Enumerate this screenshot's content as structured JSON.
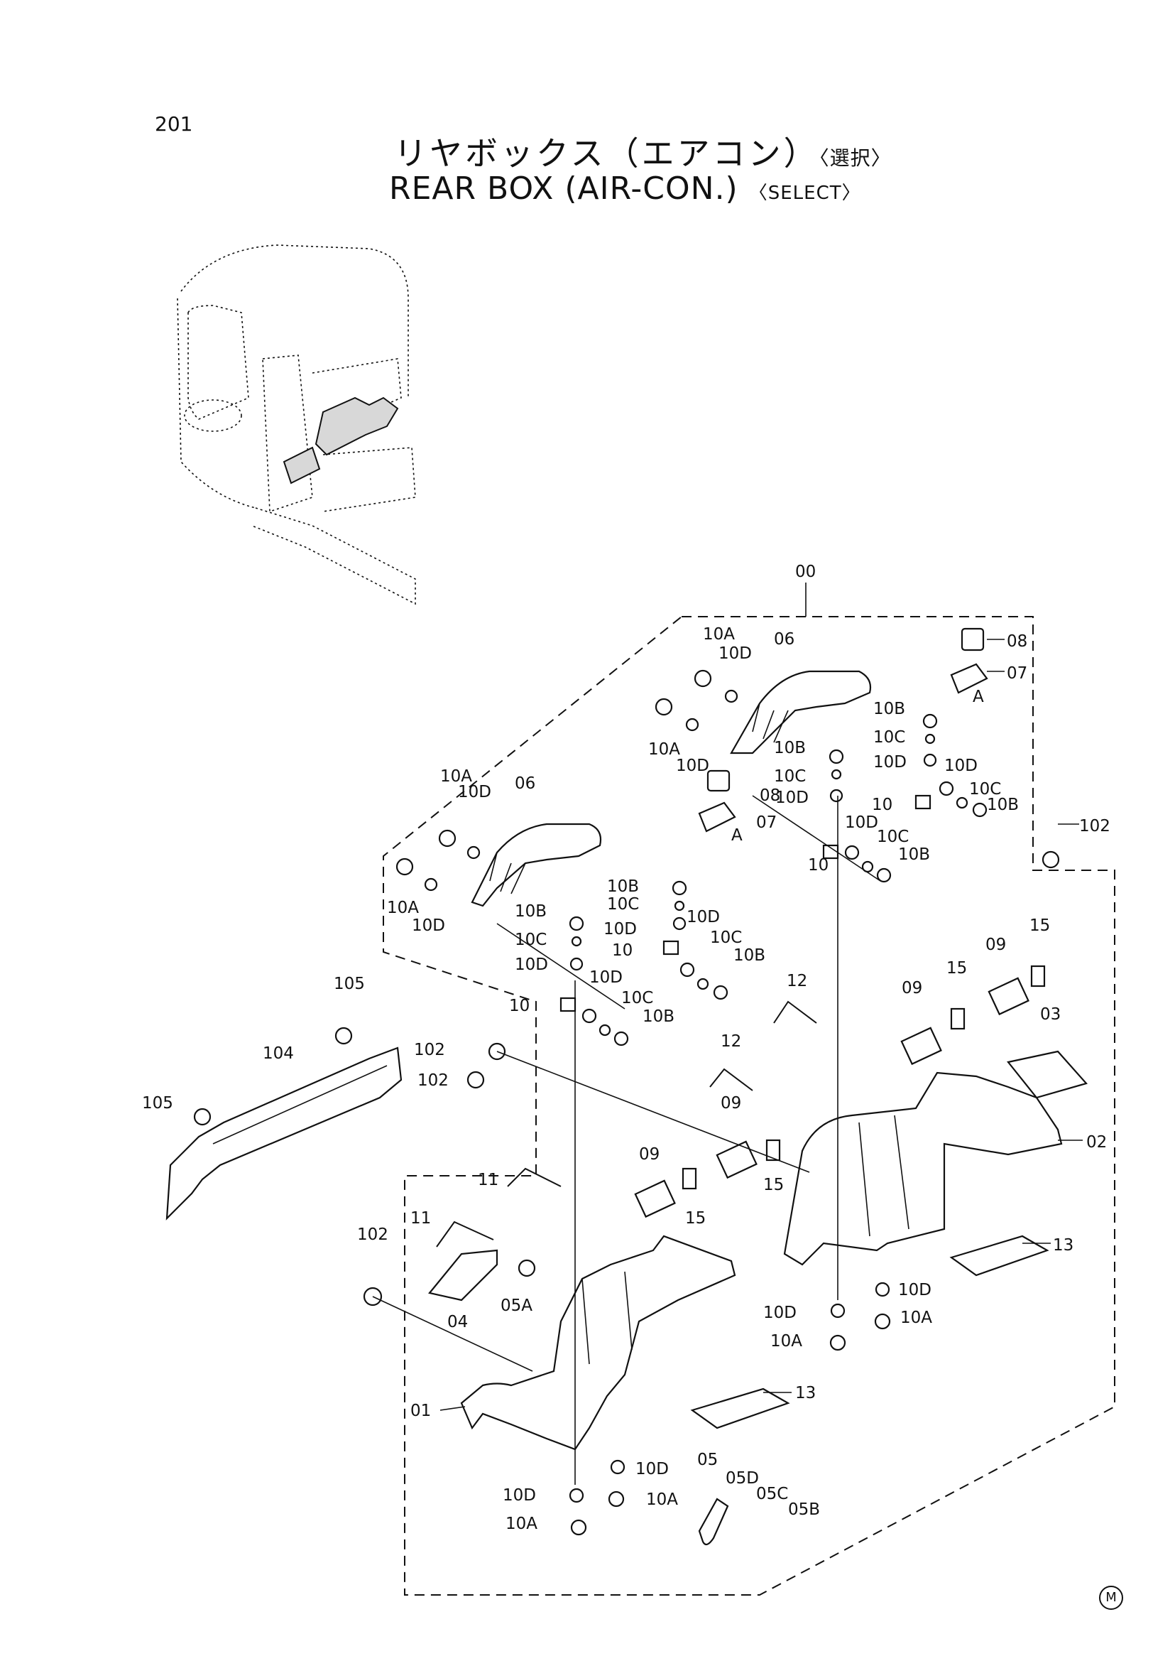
{
  "page_number": "201",
  "title_jp": "リヤボックス（エアコン）",
  "title_jp_select": "〈選択〉",
  "title_en": "REAR BOX (AIR-CON.)",
  "title_en_select": "〈SELECT〉",
  "callouts": [
    "00",
    "06",
    "06",
    "08",
    "08",
    "07",
    "07",
    "A",
    "A",
    "10A",
    "10A",
    "10A",
    "10A",
    "10A",
    "10A",
    "10A",
    "10A",
    "10D",
    "10D",
    "10D",
    "10D",
    "10D",
    "10D",
    "10D",
    "10D",
    "10D",
    "10D",
    "10D",
    "10D",
    "10D",
    "10D",
    "10D",
    "10D",
    "10B",
    "10B",
    "10B",
    "10B",
    "10B",
    "10B",
    "10B",
    "10B",
    "10C",
    "10C",
    "10C",
    "10C",
    "10C",
    "10C",
    "10C",
    "10C",
    "10",
    "10",
    "10",
    "10",
    "102",
    "102",
    "102",
    "102",
    "105",
    "105",
    "104",
    "12",
    "12",
    "09",
    "09",
    "09",
    "09",
    "15",
    "15",
    "15",
    "15",
    "03",
    "02",
    "13",
    "13",
    "11",
    "11",
    "04",
    "05A",
    "01",
    "05",
    "05D",
    "05C",
    "05B"
  ],
  "maker_mark": "M"
}
